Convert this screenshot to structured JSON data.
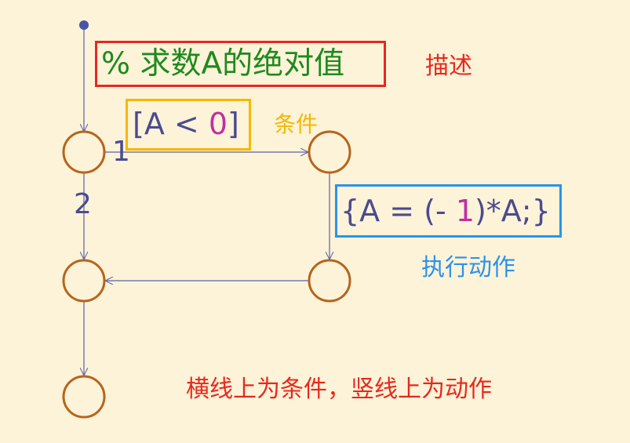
{
  "comment": {
    "percent": "%",
    "text": " 求数A的绝对值"
  },
  "condition": {
    "open": "[A < ",
    "num": "0",
    "close": "]"
  },
  "action": {
    "open": "{A = (- ",
    "num": "1",
    "close": ")*A;}"
  },
  "transition_order": {
    "first": "1",
    "second": "2"
  },
  "annotations": {
    "description": "描述",
    "condition": "条件",
    "action": "执行动作",
    "note": "横线上为条件，竖线上为动作"
  },
  "colors": {
    "background": "#fdf3d8",
    "node_stroke": "#b5651d",
    "flow_line": "#5b5ea6",
    "default_dot": "#4a55a2",
    "comment_text": "#1e8a1e",
    "code_text": "#4b4b8f",
    "number_text": "#c0309f",
    "red_box": "#e8281e",
    "orange_box": "#f5b800",
    "blue_box": "#2b93e8",
    "annotation_red": "#e8281e",
    "annotation_orange": "#f5b800",
    "annotation_blue": "#2b93e8"
  }
}
